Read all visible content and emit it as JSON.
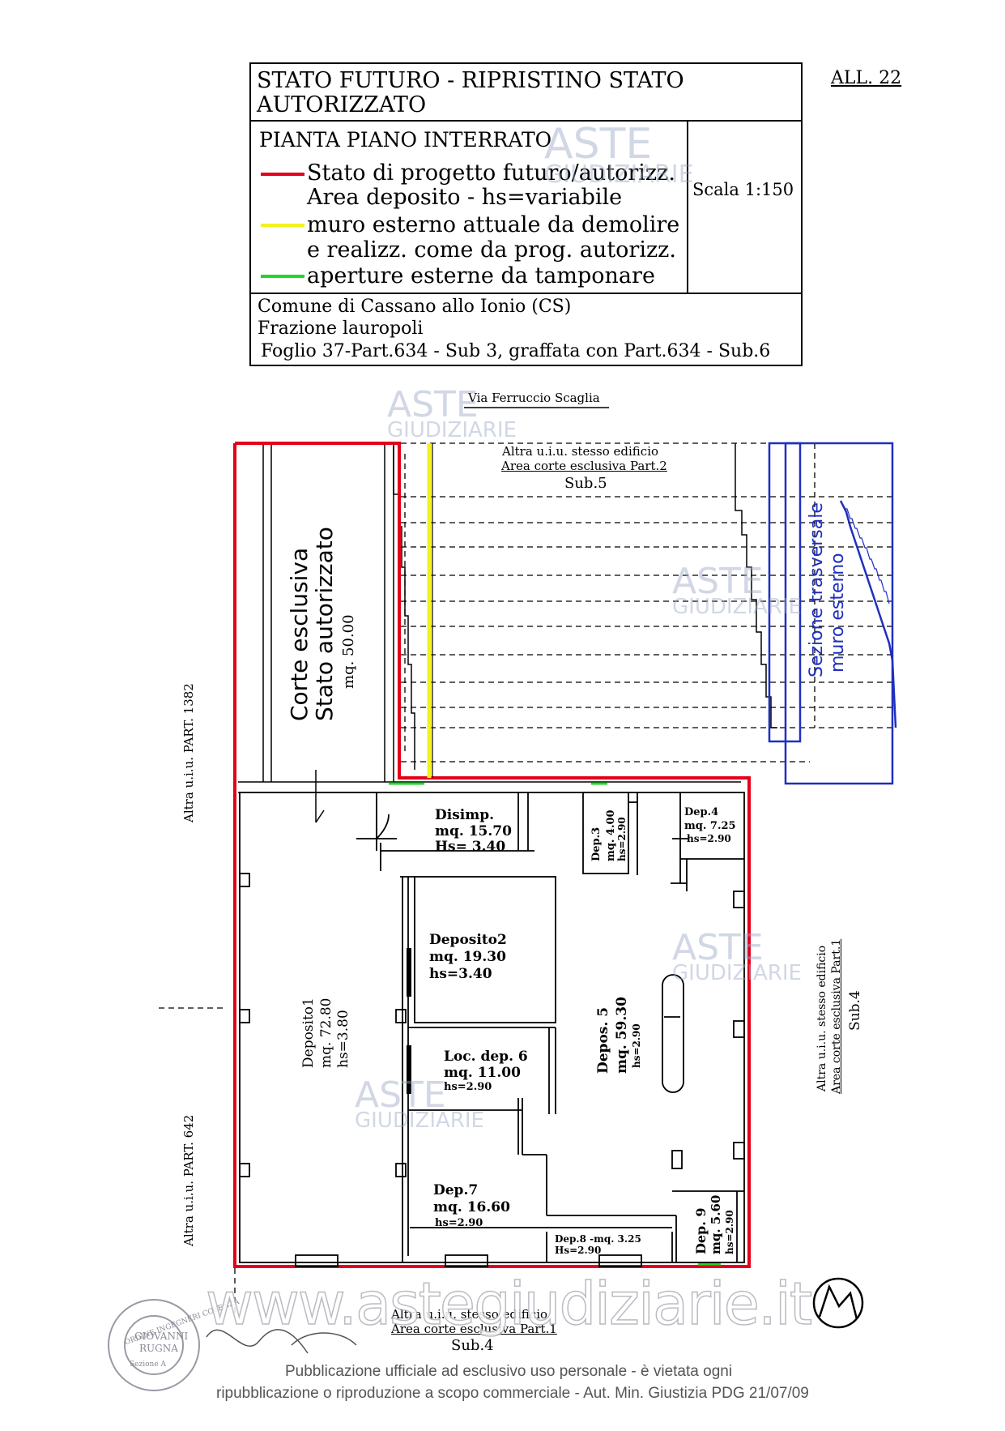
{
  "header": {
    "allegato": "ALL. 22",
    "title_line1": "STATO FUTURO - RIPRISTINO STATO",
    "title_line2": "AUTORIZZATO",
    "plan_title": "PIANTA PIANO INTERRATO",
    "scale": "Scala 1:150",
    "legend": [
      {
        "color": "#e4001b",
        "line1": "Stato di progetto futuro/autorizz.",
        "line2": "Area deposito - hs=variabile"
      },
      {
        "color": "#f2f21c",
        "line1": "muro esterno attuale da demolire",
        "line2": "e realizz. come da prog. autorizz."
      },
      {
        "color": "#22d62a",
        "line1": "aperture esterne da tamponare",
        "line2": ""
      }
    ],
    "comune": "Comune di Cassano allo Ionio (CS)",
    "frazione": "Frazione lauropoli",
    "foglio": "Foglio 37-Part.634 - Sub 3, graffata con Part.634 - Sub.6"
  },
  "plan": {
    "street": "Via Ferruccio Scaglia",
    "top_neighbor": {
      "line1": "Altra u.i.u. stesso edificio",
      "line2": "Area corte esclusiva Part.2",
      "sub": "Sub.5"
    },
    "corte": {
      "line1": "Corte esclusiva",
      "line2": "Stato autorizzato",
      "area": "mq. 50.00"
    },
    "sezione": {
      "line1": "Sezione trasversale",
      "line2": "muro esterno"
    },
    "left_neighbor_top": "Altra u.i.u. PART. 1382",
    "left_neighbor_bottom": "Altra u.i.u. PART. 642",
    "right_neighbor": {
      "line1": "Altra u.i.u. stesso edificio",
      "line2": "Area corte esclusiva Part.1",
      "sub": "Sub.4"
    },
    "bottom_neighbor": {
      "line1": "Altra u.i.u. stesso edificio",
      "line2": "Area corte esclusiva Part.1",
      "sub": "Sub.4"
    },
    "rooms": {
      "disimp": {
        "name": "Disimp.",
        "area": "mq. 15.70",
        "h": "Hs= 3.40"
      },
      "dep3": {
        "name": "Dep.3",
        "area": "mq. 4.00",
        "h": "hs=2.90"
      },
      "dep4": {
        "name": "Dep.4",
        "area": "mq. 7.25",
        "h": "hs=2.90"
      },
      "dep2": {
        "name": "Deposito2",
        "area": "mq. 19.30",
        "h": "hs=3.40"
      },
      "dep1": {
        "name": "Deposito1",
        "area": "mq. 72.80",
        "h": "hs=3.80"
      },
      "dep5": {
        "name": "Depos. 5",
        "area": "mq. 59.30",
        "h": "hs=2.90"
      },
      "dep6": {
        "name": "Loc. dep. 6",
        "area": "mq. 11.00",
        "h": "hs=2.90"
      },
      "dep7": {
        "name": "Dep.7",
        "area": "mq. 16.60",
        "h": "hs=2.90"
      },
      "dep8": {
        "name": "Dep.8 -mq. 3.25",
        "h": "Hs=2.90"
      },
      "dep9": {
        "name": "Dep. 9",
        "area": "mq. 5.60",
        "h": "hs=2.90"
      }
    }
  },
  "watermarks": {
    "aste": "ASTE",
    "giudiziarie": "GIUDIZIARIE",
    "site": "www.astegiudiziarie.it"
  },
  "stamp": {
    "text_top": "ORDINE INGEGNERI COSENZA",
    "name1": "GIOVANNI",
    "name2": "RUGNA",
    "sez": "Sezione A"
  },
  "footer": {
    "line1": "Pubblicazione ufficiale ad esclusivo uso personale - è vietata ogni",
    "line2": "ripubblicazione o riproduzione a scopo commerciale - Aut. Min. Giustizia PDG 21/07/09"
  },
  "colors": {
    "red": "#e4001b",
    "yellow": "#f2f21c",
    "green": "#22d62a",
    "blue": "#1f2fbf"
  }
}
